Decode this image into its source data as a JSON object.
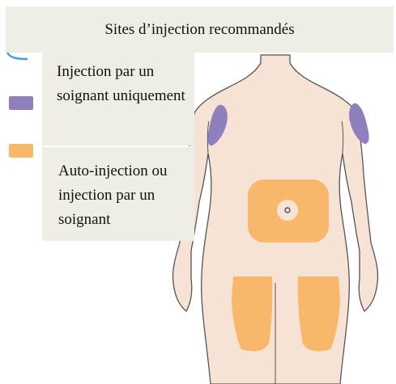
{
  "title": "Sites d’injection recommandés",
  "legend": [
    {
      "label": "Injection par un soignant uniquement",
      "color": "#8f7fbd"
    },
    {
      "label": "Auto-injection ou injection par un soignant",
      "color": "#f8b86c"
    }
  ],
  "colors": {
    "skin": "#f7e3d5",
    "outline": "#555555",
    "purple_zone": "#8f7fbd",
    "orange_zone": "#f8b86c",
    "panel": "#efeee6"
  }
}
